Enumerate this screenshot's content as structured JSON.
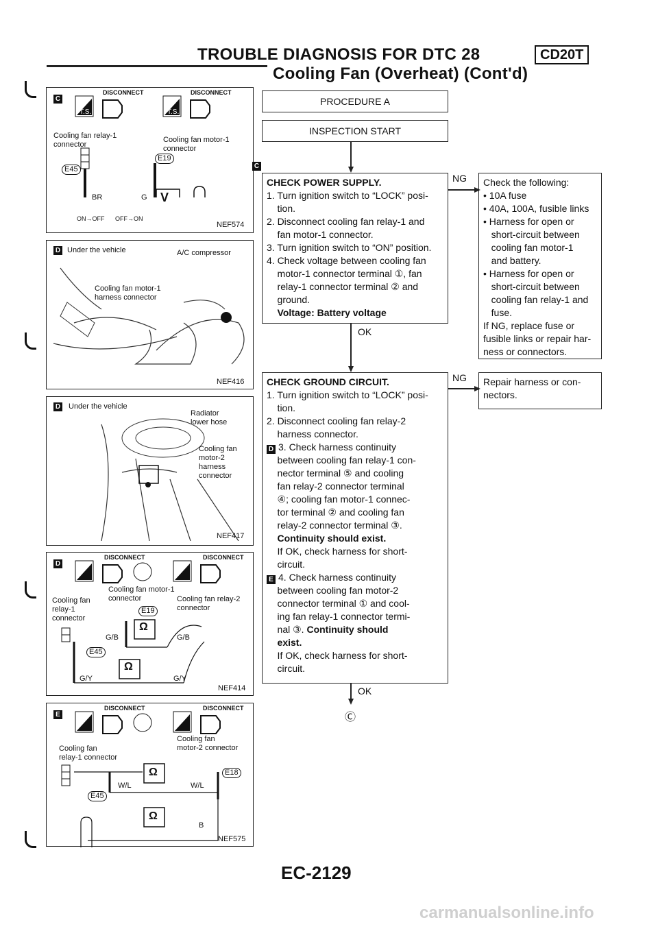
{
  "header": {
    "title": "TROUBLE DIAGNOSIS FOR DTC 28",
    "subtitle": "Cooling Fan (Overheat) (Cont'd)",
    "engine_badge": "CD20T"
  },
  "figures": {
    "c": {
      "marker": "C",
      "disconnect": "DISCONNECT",
      "relay_label": "Cooling fan relay-1\nconnector",
      "motor_label": "Cooling fan motor-1\nconnector",
      "conn_e45": "E45",
      "conn_e19": "E19",
      "wire_br": "BR",
      "wire_g": "G",
      "meter": "V",
      "on_off": "ON→OFF",
      "off_on": "OFF→ON",
      "code": "NEF574"
    },
    "d1": {
      "marker": "D",
      "under": "Under the vehicle",
      "ac": "A/C compressor",
      "harness": "Cooling fan motor-1\nharness connector",
      "code": "NEF416"
    },
    "d2": {
      "marker": "D",
      "under": "Under the vehicle",
      "radiator": "Radiator\nlower hose",
      "motor2": "Cooling fan\nmotor-2\nharness\nconnector",
      "code": "NEF417"
    },
    "d3": {
      "marker": "D",
      "disconnect": "DISCONNECT",
      "motor1": "Cooling fan motor-1\nconnector",
      "relay1": "Cooling fan\nrelay-1\nconnector",
      "relay2": "Cooling fan relay-2\nconnector",
      "e19": "E19",
      "e45": "E45",
      "gb1": "G/B",
      "gb2": "G/B",
      "gy1": "G/Y",
      "gy2": "G/Y",
      "ohm": "Ω",
      "code": "NEF414"
    },
    "e": {
      "marker": "E",
      "disconnect": "DISCONNECT",
      "relay1": "Cooling fan\nrelay-1 connector",
      "motor2": "Cooling fan\nmotor-2 connector",
      "e18": "E18",
      "e45": "E45",
      "wl1": "W/L",
      "wl2": "W/L",
      "b": "B",
      "ohm": "Ω",
      "code": "NEF575"
    }
  },
  "flow": {
    "procedure": "PROCEDURE A",
    "start": "INSPECTION START",
    "marker_c": "C",
    "check1": {
      "title": "CHECK POWER SUPPLY.",
      "items": [
        "1. Turn ignition switch to “LOCK” posi-",
        "    tion.",
        "2. Disconnect cooling fan relay-1 and",
        "    fan motor-1 connector.",
        "3. Turn ignition switch to “ON” position.",
        "4. Check voltage between cooling fan",
        "    motor-1 connector terminal ①, fan",
        "    relay-1 connector terminal ② and",
        "    ground."
      ],
      "result": "    Voltage: Battery voltage"
    },
    "ng1": "NG",
    "ok1": "OK",
    "ng1_box": [
      "Check the following:",
      "• 10A fuse",
      "• 40A, 100A, fusible links",
      "• Harness for open or",
      "   short-circuit between",
      "   cooling fan motor-1",
      "   and battery.",
      "• Harness for open or",
      "   short-circuit between",
      "   cooling fan relay-1 and",
      "   fuse.",
      "If NG, replace fuse or",
      "fusible links or repair har-",
      "ness or connectors."
    ],
    "check2": {
      "title": "CHECK GROUND CIRCUIT.",
      "lines": [
        "1. Turn ignition switch to “LOCK” posi-",
        "    tion.",
        "2. Disconnect cooling fan relay-2",
        "    harness connector."
      ],
      "d_marker": "D",
      "step3": [
        "3. Check harness continuity",
        "    between cooling fan relay-1 con-",
        "    nector terminal ⑤ and cooling",
        "    fan relay-2 connector terminal",
        "    ④; cooling fan motor-1 connec-",
        "    tor terminal ② and cooling fan",
        "    relay-2 connector terminal ③."
      ],
      "step3_bold": "    Continuity should exist.",
      "step3_tail": [
        "    If OK, check harness for short-",
        "    circuit."
      ],
      "e_marker": "E",
      "step4": [
        "4. Check harness continuity",
        "    between cooling fan motor-2",
        "    connector terminal ① and cool-",
        "    ing fan relay-1 connector termi-"
      ],
      "step4_mid": "    nal ③.",
      "step4_bold": " Continuity should",
      "step4_bold2": "    exist.",
      "step4_tail": [
        "    If OK, check harness for short-",
        "    circuit."
      ]
    },
    "ng2": "NG",
    "ng2_box": [
      "Repair harness or con-",
      "nectors."
    ],
    "ok2": "OK",
    "next": "Ⓒ"
  },
  "footer": {
    "page": "EC-2129",
    "watermark": "carmanualsonline.info"
  }
}
